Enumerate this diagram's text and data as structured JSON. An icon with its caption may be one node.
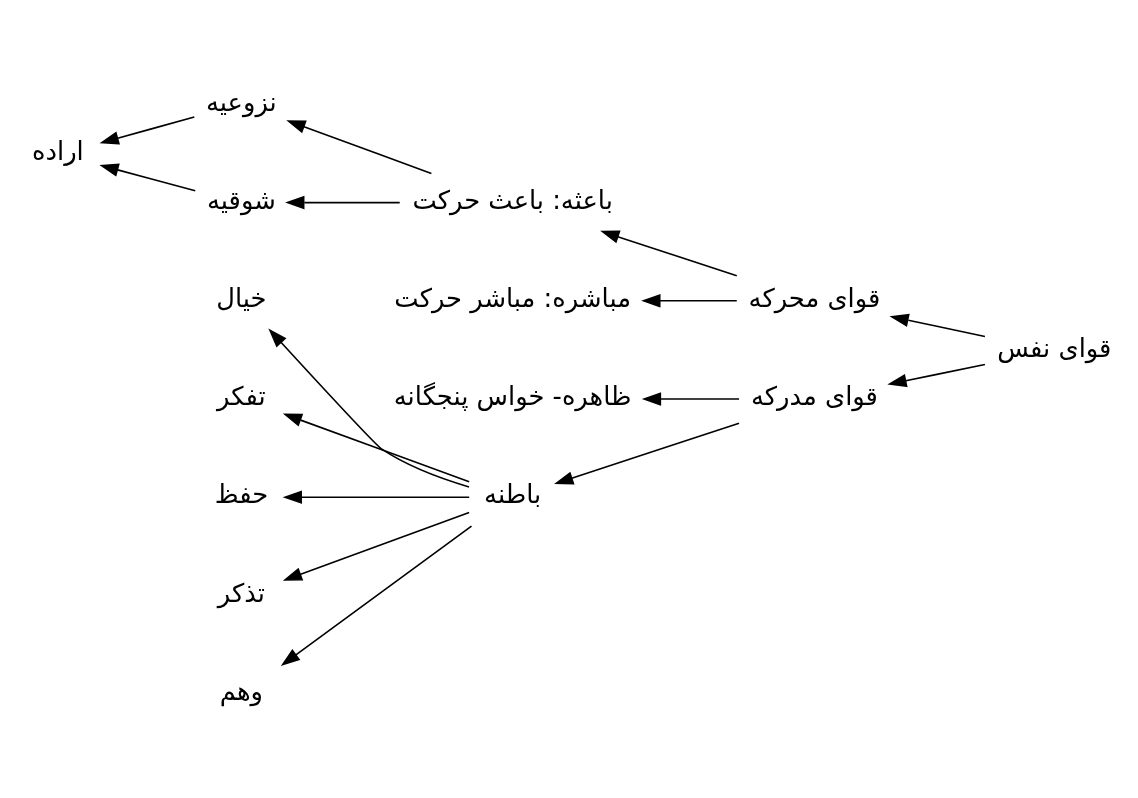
{
  "diagram": {
    "nodes": [
      {
        "text": [
          "قوای نفس"
        ]
      },
      {
        "text": [
          "قوای محرکه"
        ]
      },
      {
        "text": [
          "باعثه: باعث حرکت"
        ]
      },
      {
        "text": [
          "نزوعیه"
        ]
      },
      {
        "text": [
          "شوقیه"
        ]
      },
      {
        "text": [
          "اراده"
        ]
      },
      {
        "text": [
          "مباشره: مباشر حرکت"
        ]
      },
      {
        "text": [
          "قوای مدرکه"
        ]
      },
      {
        "text": [
          "ظاهره- خواس پنجگانه"
        ]
      },
      {
        "text": [
          "باطنه"
        ]
      },
      {
        "text": [
          "خیال"
        ]
      },
      {
        "text": [
          "تفکر"
        ]
      },
      {
        "text": [
          "حفظ"
        ]
      },
      {
        "text": [
          "تذکر"
        ]
      },
      {
        "text": [
          "وهم"
        ]
      }
    ],
    "edges": [
      {
        "from": 0,
        "to": 1,
        "arrow": "to"
      },
      {
        "from": 0,
        "to": 7,
        "arrow": "to"
      },
      {
        "from": 1,
        "to": 2,
        "arrow": "to"
      },
      {
        "from": 1,
        "to": 6,
        "arrow": "to"
      },
      {
        "from": 2,
        "to": 3,
        "arrow": "to"
      },
      {
        "from": 2,
        "to": 4,
        "arrow": "to"
      },
      {
        "from": 3,
        "to": 5,
        "arrow": "to"
      },
      {
        "from": 4,
        "to": 5,
        "arrow": "to"
      },
      {
        "from": 7,
        "to": 8,
        "arrow": "to"
      },
      {
        "from": 7,
        "to": 9,
        "arrow": "to"
      },
      {
        "from": 9,
        "to": 10,
        "arrow": "to"
      },
      {
        "from": 9,
        "to": 11,
        "arrow": "to"
      },
      {
        "from": 9,
        "to": 12,
        "arrow": "to"
      },
      {
        "from": 9,
        "to": 13,
        "arrow": "to"
      },
      {
        "from": 9,
        "to": 14,
        "arrow": "to"
      }
    ]
  }
}
